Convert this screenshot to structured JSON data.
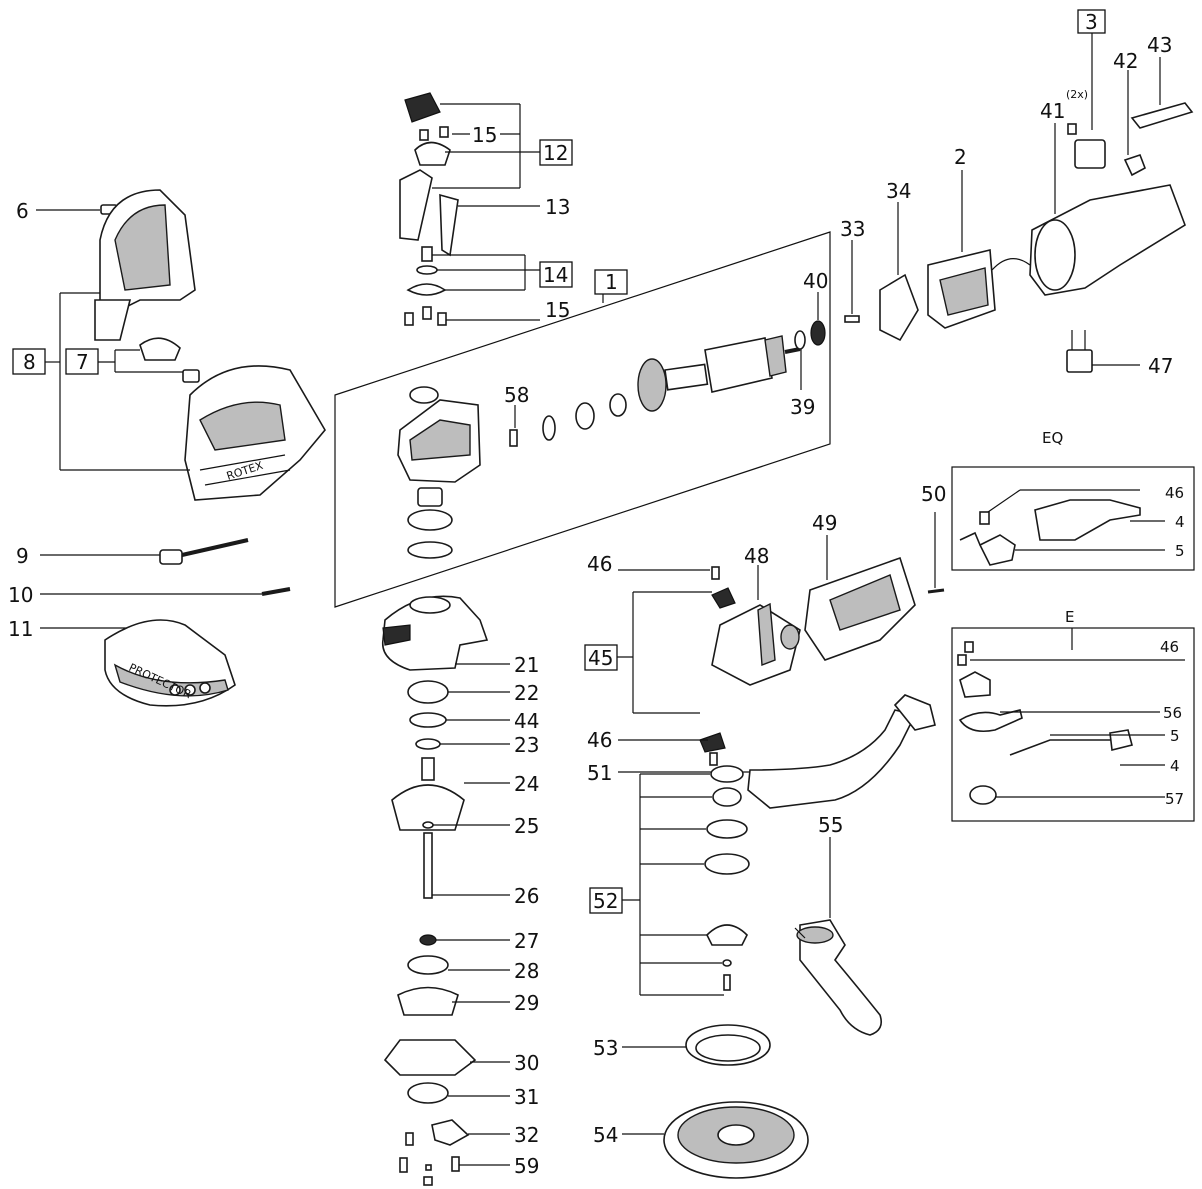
{
  "labels": {
    "p1": "1",
    "p2": "2",
    "p3": "3",
    "p6": "6",
    "p7": "7",
    "p8": "8",
    "p9": "9",
    "p10": "10",
    "p11": "11",
    "p12": "12",
    "p13": "13",
    "p14": "14",
    "p15a": "15",
    "p15b": "15",
    "p21": "21",
    "p22": "22",
    "p23": "23",
    "p24": "24",
    "p25": "25",
    "p26": "26",
    "p27": "27",
    "p28": "28",
    "p29": "29",
    "p30": "30",
    "p31": "31",
    "p32": "32",
    "p33": "33",
    "p34": "34",
    "p39": "39",
    "p40": "40",
    "p41": "41",
    "p42": "42",
    "p43": "43",
    "p44": "44",
    "p45": "45",
    "p46a": "46",
    "p46b": "46",
    "p46c": "46",
    "p46d": "46",
    "p47": "47",
    "p48": "48",
    "p49": "49",
    "p50": "50",
    "p51": "51",
    "p52": "52",
    "p53": "53",
    "p54": "54",
    "p55": "55",
    "p56": "56",
    "p57": "57",
    "p58": "58",
    "p59": "59",
    "eq4": "4",
    "eq5": "5",
    "e5": "5",
    "e4": "4",
    "twice": "(2x)",
    "eq_title": "EQ",
    "e_title": "E",
    "housing_text": "ROTEX",
    "guard_text": "PROTECTOR"
  }
}
